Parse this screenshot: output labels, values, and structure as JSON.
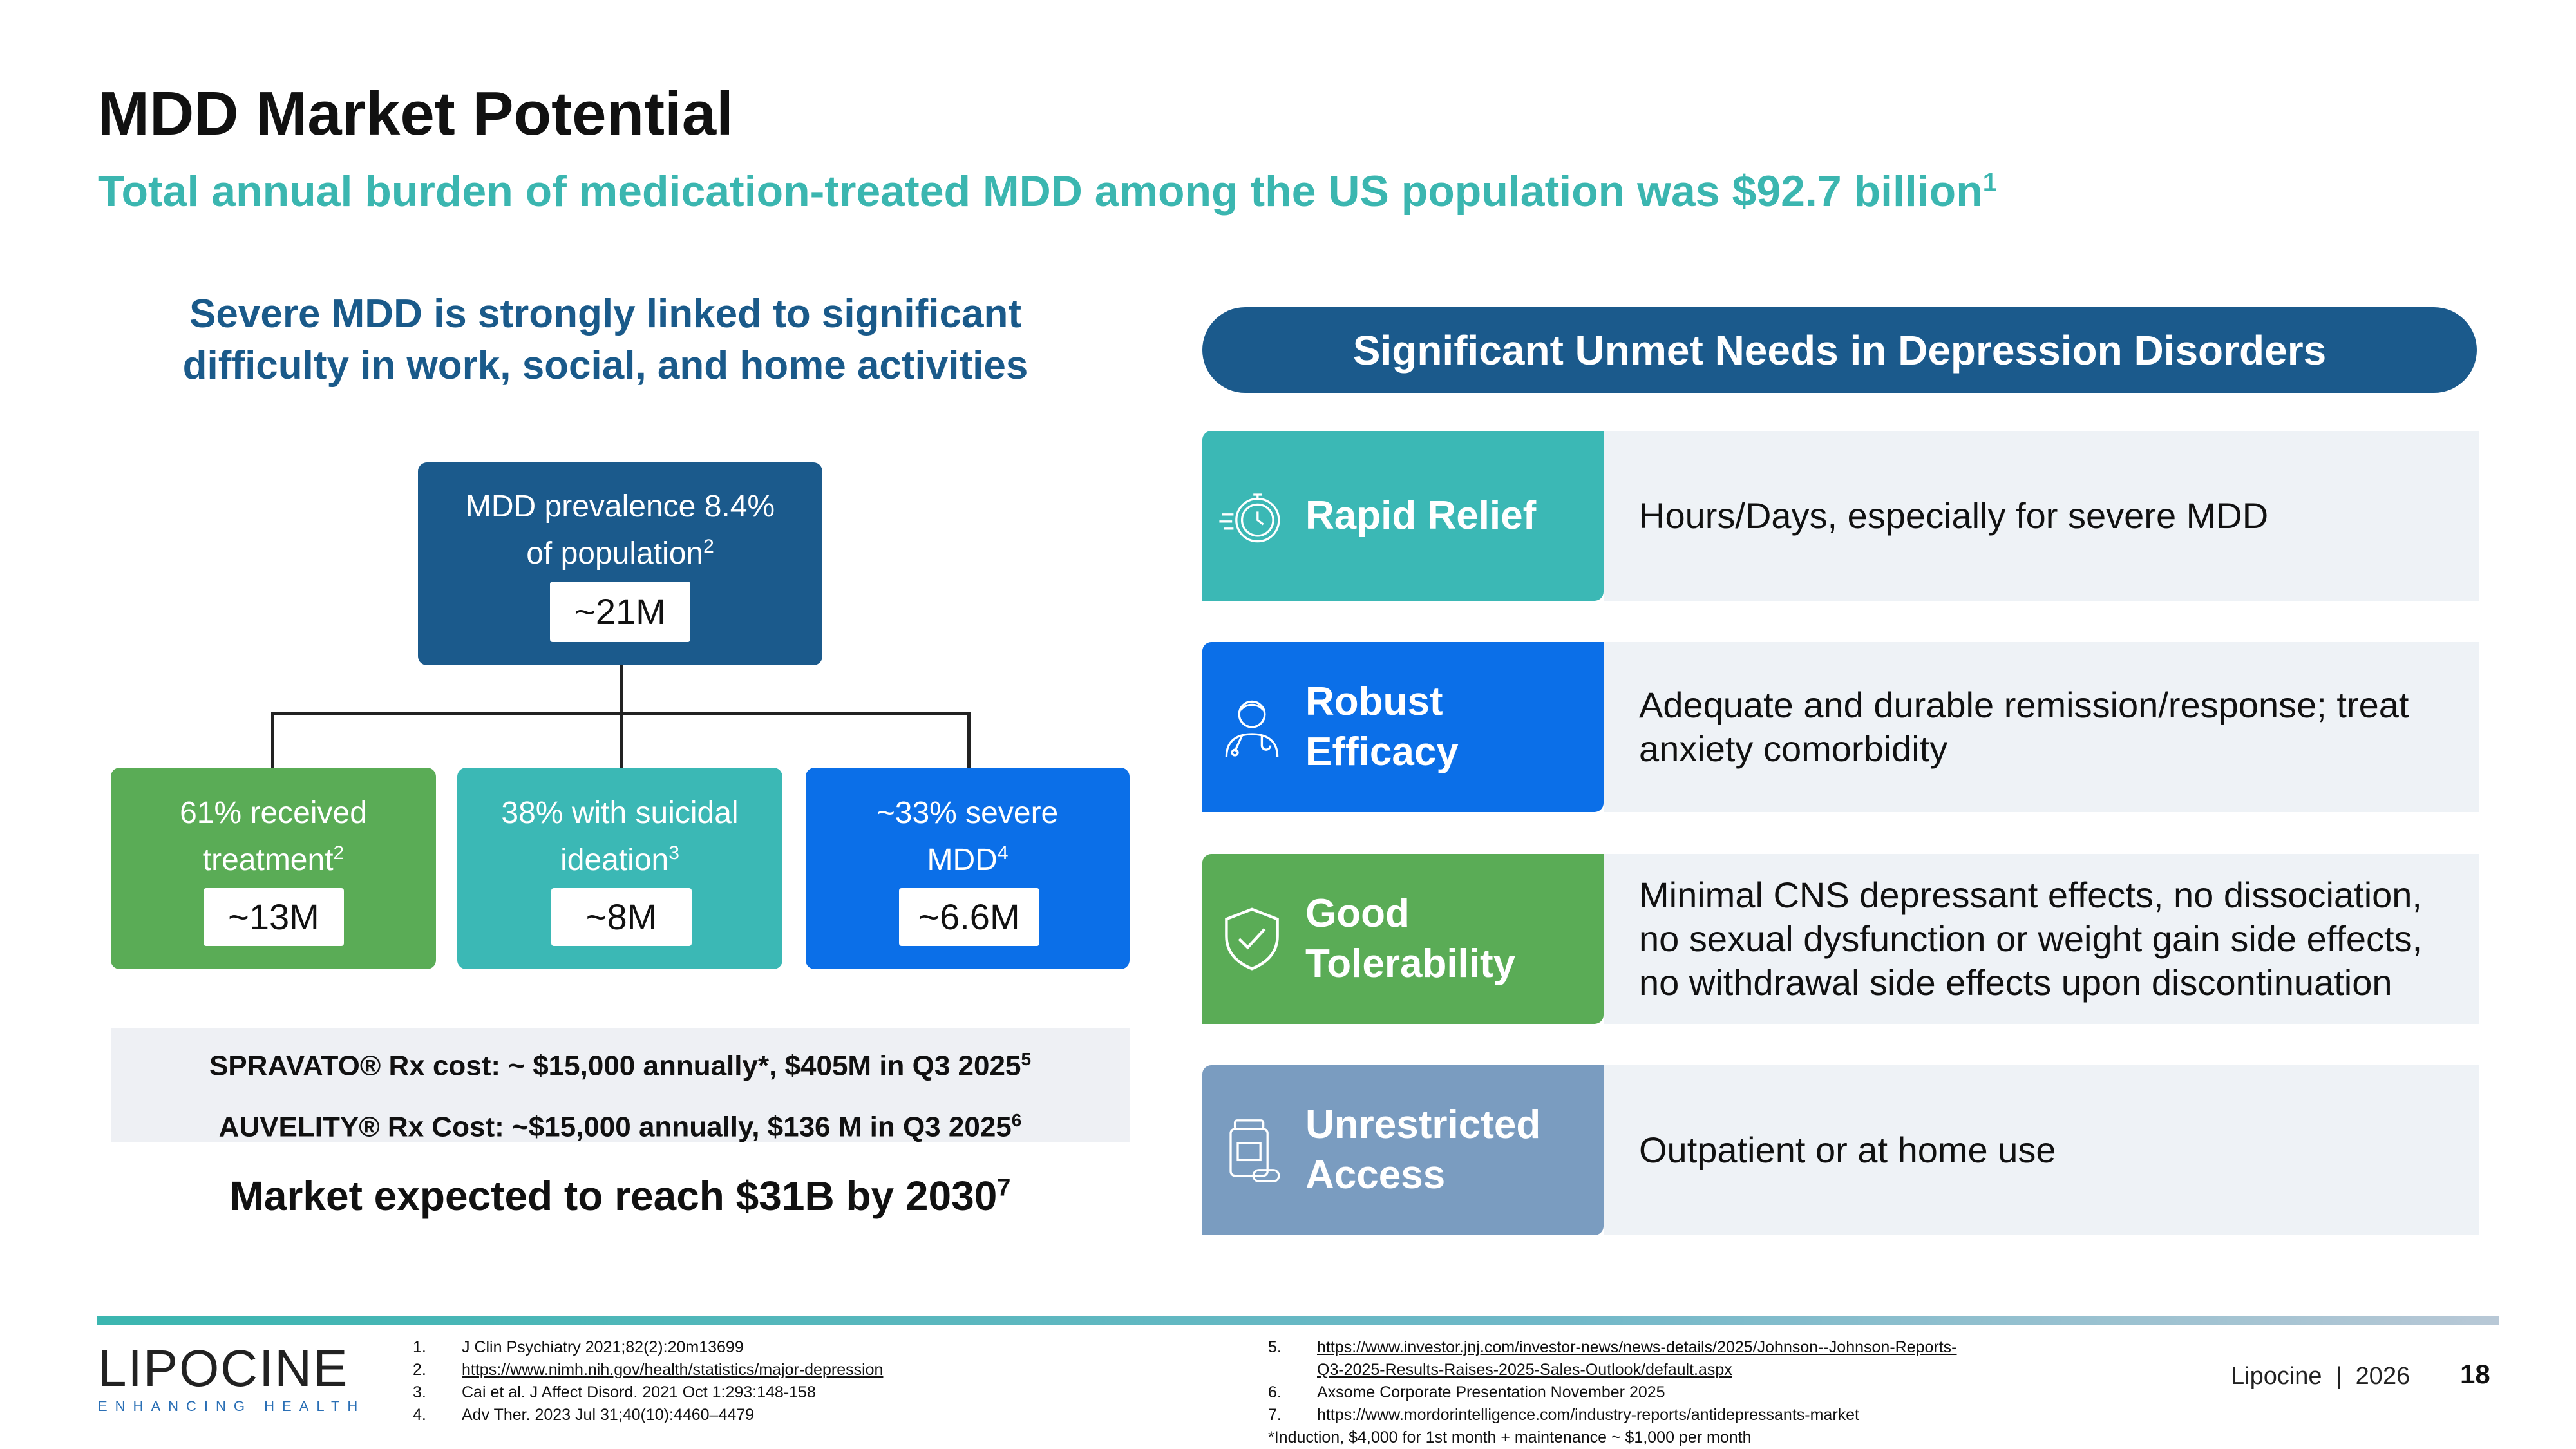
{
  "title": "MDD Market Potential",
  "subtitle": "Total annual burden of medication-treated MDD among the US population was $92.7 billion",
  "subtitle_ref": "1",
  "left": {
    "heading_line1": "Severe MDD is strongly linked to significant",
    "heading_line2": "difficulty in work, social, and home activities",
    "top_box": {
      "line1": "MDD prevalence 8.4%",
      "line2": "of population",
      "ref": "2",
      "value": "~21M"
    },
    "boxes": [
      {
        "line1": "61% received",
        "line2": "treatment",
        "ref": "2",
        "value": "~13M",
        "color": "#5aac56"
      },
      {
        "line1": "38% with suicidal",
        "line2": "ideation",
        "ref": "3",
        "value": "~8M",
        "color": "#3bb8b5"
      },
      {
        "line1": "~33% severe",
        "line2": "MDD",
        "ref": "4",
        "value": "~6.6M",
        "color": "#0b6fe8"
      }
    ],
    "cost1": "SPRAVATO® Rx cost: ~ $15,000 annually*, $405M in Q3 2025",
    "cost1_ref": "5",
    "cost2": "AUVELITY® Rx Cost: ~$15,000 annually,  $136 M in Q3 2025",
    "cost2_ref": "6",
    "market": "Market expected to reach $31B by 2030",
    "market_ref": "7"
  },
  "right": {
    "banner": "Significant Unmet Needs in Depression Disorders",
    "rows": [
      {
        "icon": "stopwatch-icon",
        "label": "Rapid Relief",
        "desc": "Hours/Days, especially for severe MDD",
        "color": "#3bb8b5"
      },
      {
        "icon": "doctor-icon",
        "label": "Robust Efficacy",
        "desc": "Adequate and durable remission/response; treat anxiety comorbidity",
        "color": "#0b6fe8"
      },
      {
        "icon": "shield-check-icon",
        "label": "Good Tolerability",
        "desc": "Minimal CNS depressant effects, no dissociation, no sexual dysfunction or weight gain side effects, no withdrawal side effects upon discontinuation",
        "color": "#5aac56"
      },
      {
        "icon": "pill-bottle-icon",
        "label": "Unrestricted Access",
        "desc": "Outpatient or at home use",
        "color": "#7a9cc0"
      }
    ]
  },
  "footer": {
    "logo": "LIPOCINE",
    "logo_tag": "ENHANCING HEALTH",
    "refs_col1": [
      {
        "n": "1.",
        "t": "J Clin Psychiatry 2021;82(2):20m13699"
      },
      {
        "n": "2.",
        "t": "https://www.nimh.nih.gov/health/statistics/major-depression"
      },
      {
        "n": "3.",
        "t": "Cai et al. J Affect Disord. 2021 Oct 1:293:148-158"
      },
      {
        "n": "4.",
        "t": "Adv Ther. 2023 Jul 31;40(10):4460–4479"
      }
    ],
    "refs_col2": [
      {
        "n": "5.",
        "t": "https://www.investor.jnj.com/investor-news/news-details/2025/Johnson--Johnson-Reports-",
        "t2": "Q3-2025-Results-Raises-2025-Sales-Outlook/default.aspx"
      },
      {
        "n": "6.",
        "t": "Axsome Corporate Presentation November 2025"
      },
      {
        "n": "7.",
        "t": "https://www.mordorintelligence.com/industry-reports/antidepressants-market"
      }
    ],
    "note": "*Induction, $4,000 for 1st month + maintenance ~ $1,000 per month",
    "company": "Lipocine",
    "year": "2026",
    "page": "18"
  }
}
